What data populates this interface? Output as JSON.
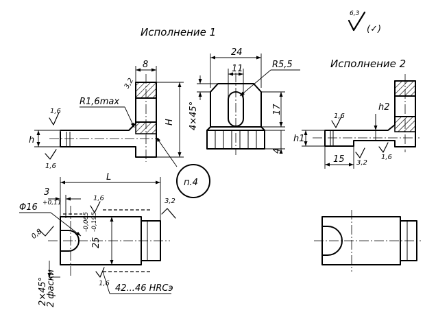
{
  "titles": {
    "variant1": "Исполнение 1",
    "variant2": "Исполнение 2"
  },
  "roughness": {
    "general_value": "6,3",
    "general_paren": "(✓)",
    "r_1_6_a": "1,6",
    "r_1_6_b": "1,6",
    "r_1_6_c": "1,6",
    "r_1_6_d": "1,6",
    "r_1_6_e": "1,6",
    "r_3_2_a": "3,2",
    "r_3_2_b": "3,2",
    "r_3_2_c": "3,2",
    "r_0_8": "0,8",
    "r_1_6_v2": "1,6"
  },
  "dims": {
    "w8": "8",
    "w24": "24",
    "w11": "11",
    "r5_5": "R5,5",
    "r1_6max": "R1,6max",
    "H": "H",
    "chamfer4x45": "4×45°",
    "d17": "17",
    "d4": "4",
    "h": "h",
    "L": "L",
    "d3": "3",
    "phi_base": "Φ16",
    "phi_tol": "+0,11",
    "w25_base": "25",
    "w25_tol_up": "-0,065",
    "w25_tol_dn": "-0,195",
    "hardness": "42...46 HRCэ",
    "chamfer2x45": "2×45°",
    "chamfer_note": "2 фаски",
    "note_ref": "п.4",
    "h1": "h1",
    "h2": "h2",
    "d15": "15"
  },
  "colors": {
    "ink": "#000000",
    "paper": "#ffffff"
  }
}
